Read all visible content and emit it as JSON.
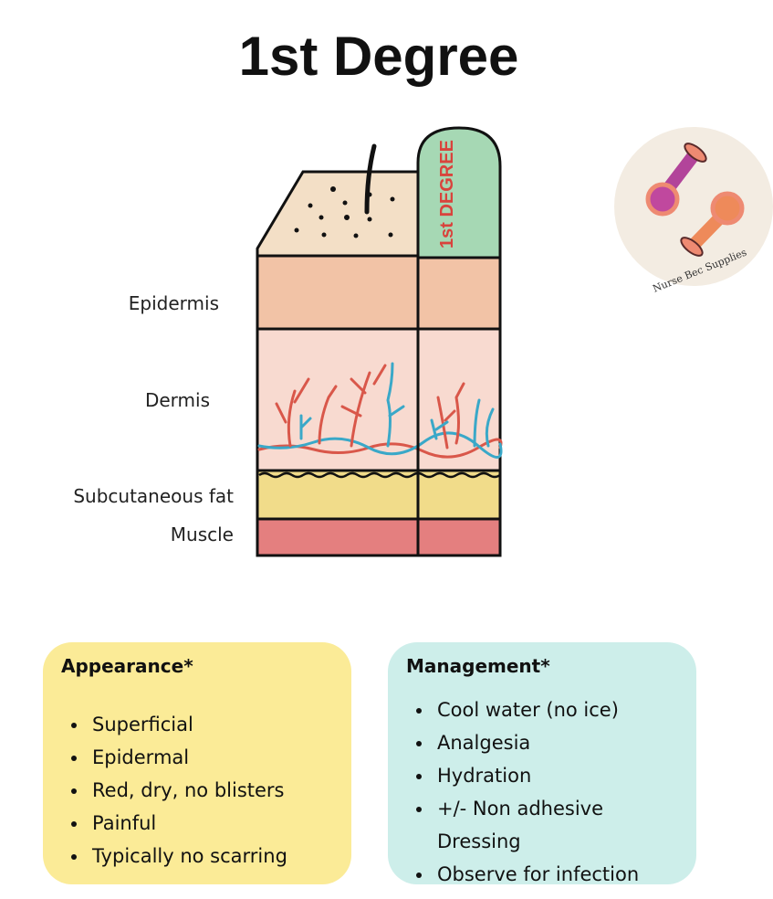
{
  "title": "1st Degree",
  "diagram": {
    "finger_label": "1st DEGREE",
    "layers": [
      "Epidermis",
      "Dermis",
      "Subcutaneous fat",
      "Muscle"
    ],
    "colors": {
      "top": "#f3dfc6",
      "finger": "#a6d8b4",
      "epidermis": "#f2c3a6",
      "dermis": "#f8dad0",
      "fat": "#f1dc8a",
      "muscle": "#e47f7f",
      "artery": "#d9574a",
      "vein": "#3aa8c8"
    }
  },
  "logo": {
    "text": "Nurse Bec Supplies"
  },
  "appearance": {
    "heading": "Appearance*",
    "items": [
      "Superficial",
      "Epidermal",
      "Red, dry, no blisters",
      "Painful",
      "Typically no scarring"
    ]
  },
  "management": {
    "heading": "Management*",
    "items": [
      "Cool water (no ice)",
      "Analgesia",
      "Hydration",
      "+/- Non adhesive",
      "Dressing",
      "Observe for infection"
    ]
  }
}
